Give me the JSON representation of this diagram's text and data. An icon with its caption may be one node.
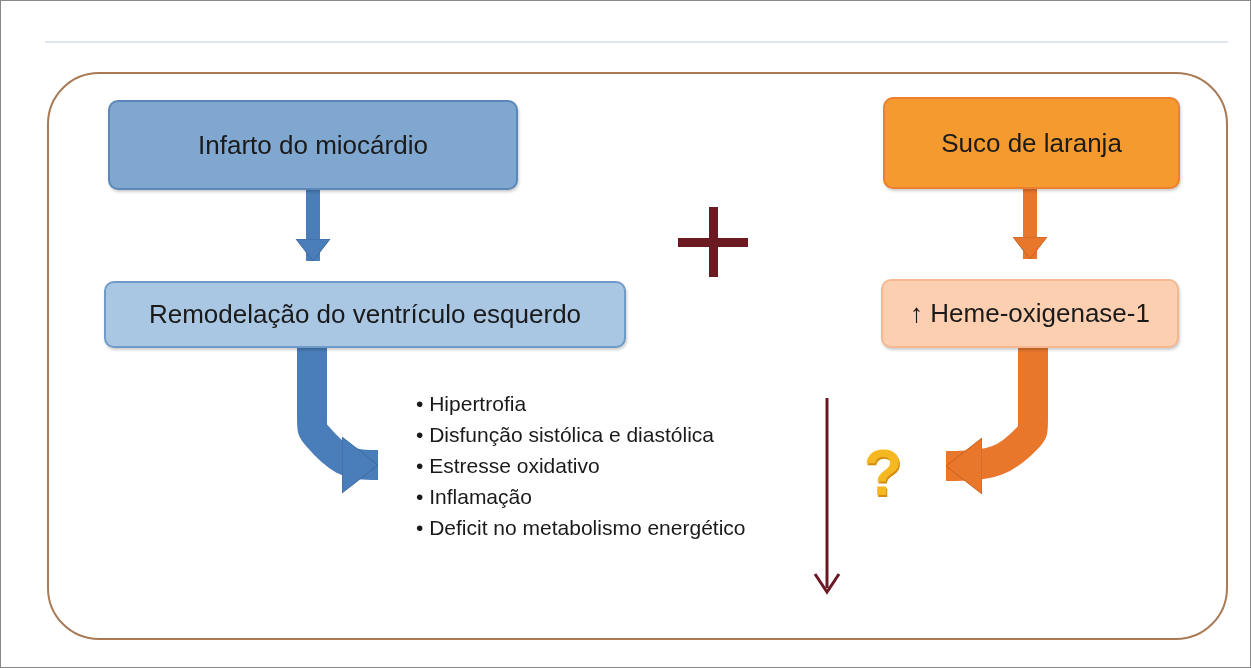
{
  "diagram": {
    "nodes": [
      {
        "text": [],
        "shape": "box"
      },
      {
        "text": [
          "Infarto do miocárdio"
        ],
        "in": 0
      },
      {
        "text": [
          "Remodelação do ventrículo esquerdo"
        ],
        "in": 0
      },
      {
        "text": [
          "Suco de laranja"
        ],
        "in": 0
      },
      {
        "text": [
          "↑ Heme-oxigenase-1"
        ],
        "in": 0
      },
      {
        "text": [
          "• Hipertrofia",
          "• Disfunção sistólica e diastólica",
          "• Estresse oxidativo",
          "• Inflamação",
          "• Deficit no metabolismo energético"
        ],
        "in": 0
      },
      {
        "text": [
          "?"
        ],
        "in": 0
      }
    ],
    "edges": [
      {
        "from": 1,
        "to": 2,
        "arrow": "to",
        "color": "#4a7ebb"
      },
      {
        "from": 2,
        "to": 5,
        "arrow": "to",
        "style": "thick",
        "color": "#4a7ebb"
      },
      {
        "from": 3,
        "to": 4,
        "arrow": "to",
        "color": "#e8762b"
      },
      {
        "from": 4,
        "to": 6,
        "arrow": "to",
        "style": "thick",
        "color": "#e8762b"
      }
    ]
  }
}
